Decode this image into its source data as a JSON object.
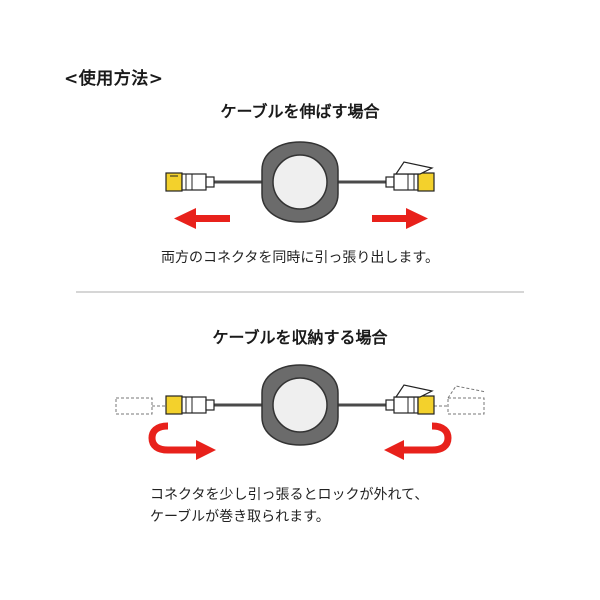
{
  "title": "<使用方法>",
  "extend": {
    "heading": "ケーブルを伸ばす場合",
    "description": "両方のコネクタを同時に引っ張り出します。"
  },
  "retract": {
    "heading": "ケーブルを収納する場合",
    "description_line1": "コネクタを少し引っ張るとロックが外れて、",
    "description_line2": "ケーブルが巻き取られます。"
  },
  "colors": {
    "arrow": "#e8211b",
    "reel_outer": "#6b6b6b",
    "reel_inner": "#efefef",
    "connector_yellow": "#f3d12c",
    "cable": "#4a4a4a"
  }
}
